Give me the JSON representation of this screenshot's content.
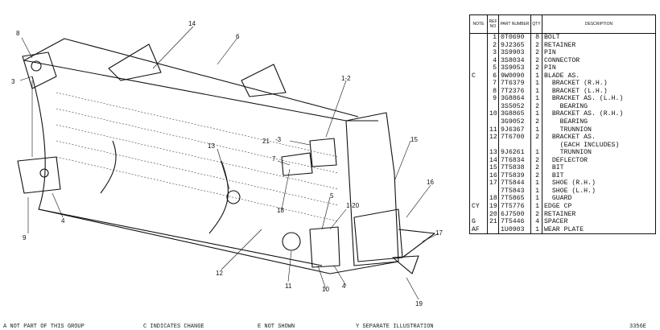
{
  "parts_table": {
    "headers": [
      "NOTE",
      "REF NO",
      "PART NUMBER",
      "QTY",
      "DESCRIPTION"
    ],
    "rows": [
      [
        "",
        "1",
        "0T0690",
        "8",
        "BOLT"
      ],
      [
        "",
        "2",
        "9J2365",
        "2",
        "RETAINER"
      ],
      [
        "",
        "3",
        "3S9903",
        "2",
        "PIN"
      ],
      [
        "",
        "4",
        "3S8034",
        "2",
        "CONNECTOR"
      ],
      [
        "",
        "5",
        "3S9053",
        "2",
        "PIN"
      ],
      [
        "C",
        "6",
        "9W0090",
        "1",
        "BLADE AS."
      ],
      [
        "",
        "7",
        "7T6379",
        "1",
        "  BRACKET (R.H.)"
      ],
      [
        "",
        "8",
        "7T2376",
        "1",
        "  BRACKET (L.H.)"
      ],
      [
        "",
        "9",
        "3G8864",
        "1",
        "  BRACKET AS. (L.H.)"
      ],
      [
        "",
        "",
        "3S5052",
        "2",
        "    BEARING"
      ],
      [
        "",
        "10",
        "3G8865",
        "1",
        "  BRACKET AS. (R.H.)"
      ],
      [
        "",
        "",
        "3G9052",
        "2",
        "    BEARING"
      ],
      [
        "",
        "11",
        "9J6367",
        "1",
        "    TRUNNION"
      ],
      [
        "",
        "12",
        "7T6700",
        "2",
        "  BRACKET AS."
      ],
      [
        "",
        "",
        "",
        "",
        "    (EACH INCLUDES)"
      ],
      [
        "",
        "13",
        "9J6261",
        "1",
        "    TRUNNION"
      ],
      [
        "",
        "14",
        "7T6834",
        "2",
        "  DEFLECTOR"
      ],
      [
        "",
        "15",
        "7T5838",
        "2",
        "  BIT"
      ],
      [
        "",
        "16",
        "7T5839",
        "2",
        "  BIT"
      ],
      [
        "",
        "17",
        "7T5844",
        "1",
        "  SHOE (R.H.)"
      ],
      [
        "",
        "",
        "7T5843",
        "1",
        "  SHOE (L.H.)"
      ],
      [
        "",
        "18",
        "7T5865",
        "1",
        "  GUARD"
      ],
      [
        "CY",
        "19",
        "7T5776",
        "1",
        "EDGE CP"
      ],
      [
        "",
        "20",
        "6J7500",
        "2",
        "RETAINER"
      ],
      [
        "G",
        "21",
        "7T5446",
        "4",
        "SPACER"
      ],
      [
        "AF",
        "",
        "1U0903",
        "1",
        "WEAR PLATE"
      ]
    ]
  },
  "callouts": [
    {
      "label": "8"
    },
    {
      "label": "3"
    },
    {
      "label": "14"
    },
    {
      "label": "6"
    },
    {
      "label": "1-2"
    },
    {
      "label": "21"
    },
    {
      "label": "-3"
    },
    {
      "label": "7"
    },
    {
      "label": "15"
    },
    {
      "label": "16"
    },
    {
      "label": "17"
    },
    {
      "label": "13"
    },
    {
      "label": "18"
    },
    {
      "label": "5"
    },
    {
      "label": "1-20"
    },
    {
      "label": "12"
    },
    {
      "label": "11"
    },
    {
      "label": "10"
    },
    {
      "label": "4"
    },
    {
      "label": "19"
    },
    {
      "label": "9"
    },
    {
      "label": "4"
    }
  ],
  "legend": {
    "a": "A   NOT PART OF THIS GROUP",
    "c": "C   INDICATES CHANGE",
    "e": "E   NOT SHOWN",
    "y": "Y   SEPARATE ILLUSTRATION",
    "code": "3356E"
  }
}
